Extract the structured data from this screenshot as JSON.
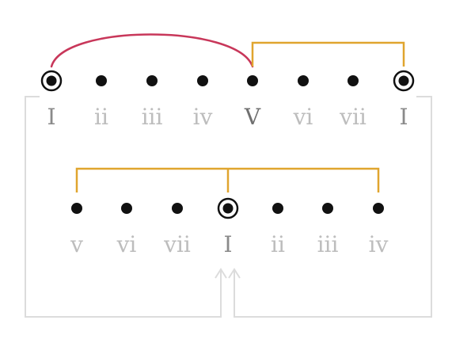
{
  "colors": {
    "upper_arc": "#c8375a",
    "bracket": "#e0a52e",
    "connector": "#dcdcdc",
    "dot": "#111111",
    "label_tonic": "#8a8a8a",
    "label_dominant": "#707070",
    "label_other": "#bdbdbd"
  },
  "upper_scale": {
    "degrees": [
      {
        "label": "I",
        "tonic": true
      },
      {
        "label": "ii",
        "tonic": false
      },
      {
        "label": "iii",
        "tonic": false
      },
      {
        "label": "iv",
        "tonic": false
      },
      {
        "label": "V",
        "tonic": false,
        "dominant": true
      },
      {
        "label": "vi",
        "tonic": false
      },
      {
        "label": "vii",
        "tonic": false
      },
      {
        "label": "I",
        "tonic": true
      }
    ]
  },
  "lower_scale": {
    "degrees": [
      {
        "label": "v",
        "tonic": false
      },
      {
        "label": "vi",
        "tonic": false
      },
      {
        "label": "vii",
        "tonic": false
      },
      {
        "label": "I",
        "tonic": true
      },
      {
        "label": "ii",
        "tonic": false
      },
      {
        "label": "iii",
        "tonic": false
      },
      {
        "label": "iv",
        "tonic": false
      }
    ]
  },
  "icons": {
    "connector_arrows": "up-arrow-icon"
  }
}
